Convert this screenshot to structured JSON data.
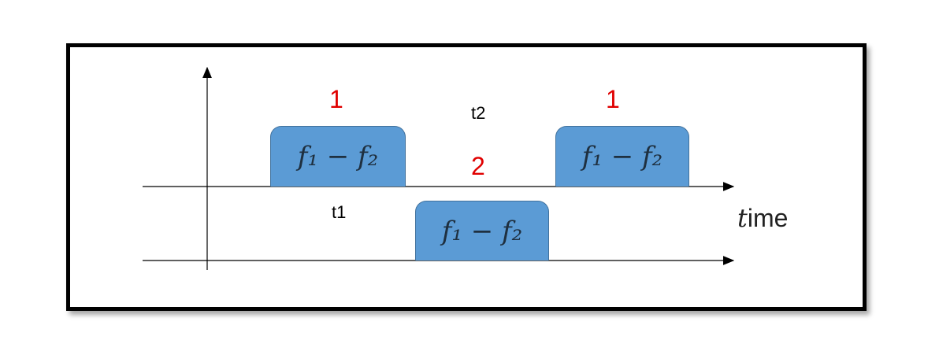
{
  "pulses": {
    "p1": {
      "label": "f₁ − f₂"
    },
    "p2": {
      "label": "f₁ − f₂"
    },
    "p3": {
      "label": "f₁ − f₂"
    }
  },
  "labels": {
    "red_1_left": "1",
    "red_1_right": "1",
    "red_2": "2",
    "t1": "t1",
    "t2": "t2",
    "time_italic": "t",
    "time_rest": "ime"
  },
  "colors": {
    "pulse_fill": "#5b9bd5",
    "pulse_border": "#41719c",
    "red_label": "#e00000",
    "axis": "#000000"
  }
}
